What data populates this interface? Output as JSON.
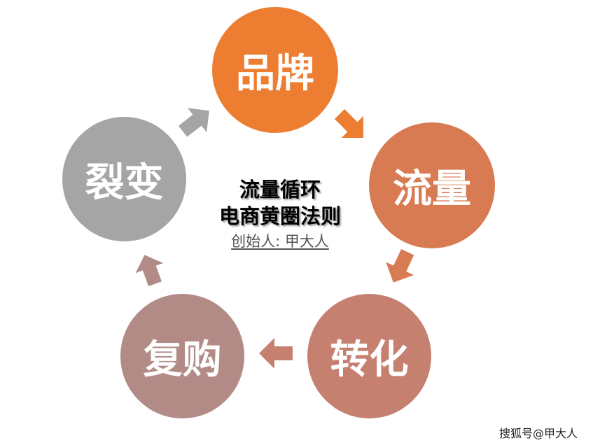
{
  "diagram": {
    "type": "cycle",
    "nodes": [
      {
        "id": "brand",
        "label": "品牌",
        "color": "#ED7D31"
      },
      {
        "id": "traffic",
        "label": "流量",
        "color": "#D97B52"
      },
      {
        "id": "conversion",
        "label": "转化",
        "color": "#C58070"
      },
      {
        "id": "repurchase",
        "label": "复购",
        "color": "#B28B86"
      },
      {
        "id": "fission",
        "label": "裂变",
        "color": "#A5A5A5"
      }
    ],
    "edges": [
      {
        "from": "品牌",
        "to": "流量",
        "color": "#ED7D31"
      },
      {
        "from": "流量",
        "to": "转化",
        "color": "#D97B52"
      },
      {
        "from": "转化",
        "to": "复购",
        "color": "#C58070"
      },
      {
        "from": "复购",
        "to": "裂变",
        "color": "#B28B86"
      },
      {
        "from": "裂变",
        "to": "品牌",
        "color": "#A5A5A5"
      }
    ]
  },
  "center": {
    "title_line1": "流量循环",
    "title_line2": "电商黄圈法则",
    "subtitle": "创始人: 甲大人"
  },
  "watermark": "搜狐号@甲大人"
}
